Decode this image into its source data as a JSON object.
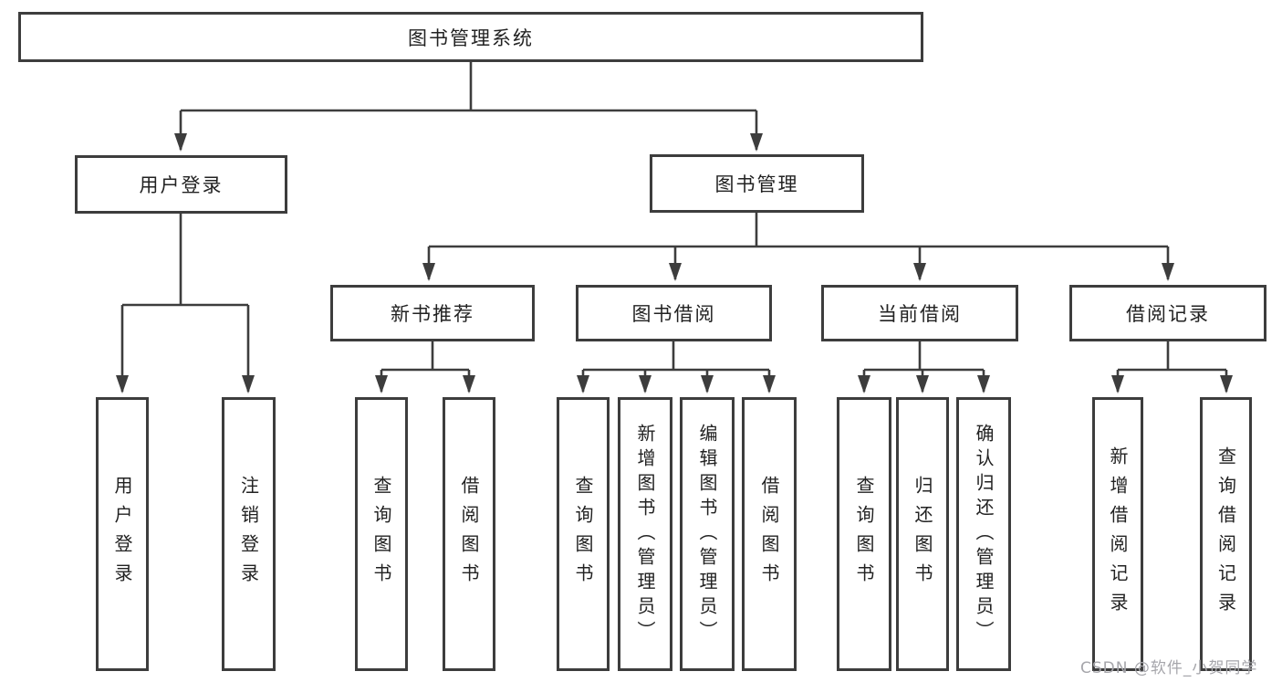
{
  "tree": {
    "label": "图书管理系统",
    "children": [
      {
        "label": "用户登录",
        "children": [
          {
            "label": "用户登录"
          },
          {
            "label": "注销登录"
          }
        ]
      },
      {
        "label": "图书管理",
        "children": [
          {
            "label": "新书推荐",
            "children": [
              {
                "label": "查询图书"
              },
              {
                "label": "借阅图书"
              }
            ]
          },
          {
            "label": "图书借阅",
            "children": [
              {
                "label": "查询图书"
              },
              {
                "label": "新增图书（管理员）"
              },
              {
                "label": "编辑图书（管理员）"
              },
              {
                "label": "借阅图书"
              }
            ]
          },
          {
            "label": "当前借阅",
            "children": [
              {
                "label": "查询图书"
              },
              {
                "label": "归还图书"
              },
              {
                "label": "确认归还（管理员）"
              }
            ]
          },
          {
            "label": "借阅记录",
            "children": [
              {
                "label": "新增借阅记录"
              },
              {
                "label": "查询借阅记录"
              }
            ]
          }
        ]
      }
    ]
  },
  "watermark": "CSDN @软件_小贺同学",
  "colors": {
    "line": "#3d3d3d",
    "text": "#222222",
    "watermark": "#a6a6ab",
    "background": "#ffffff"
  }
}
